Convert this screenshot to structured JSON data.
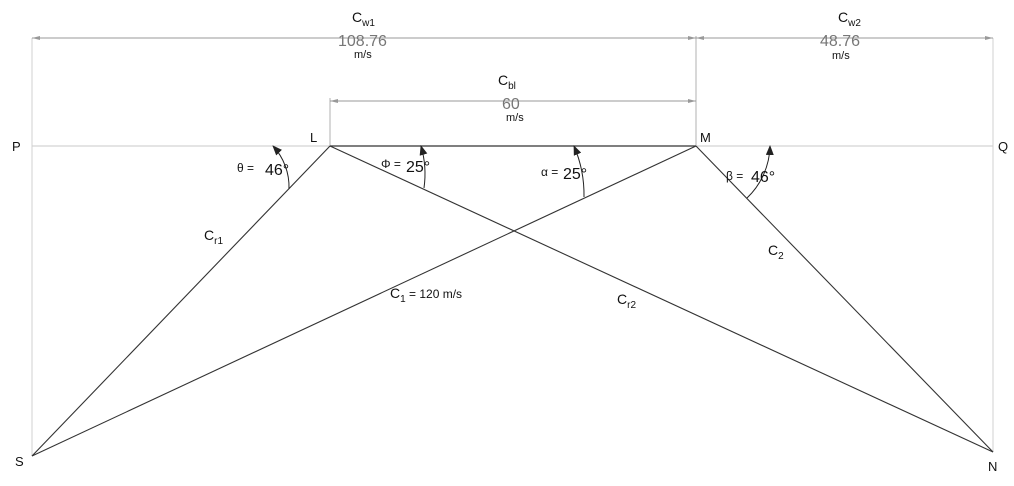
{
  "points": {
    "P": "P",
    "Q": "Q",
    "L": "L",
    "M": "M",
    "S": "S",
    "N": "N"
  },
  "dimensions": {
    "cw1": {
      "symbol": "C",
      "sub": "w1",
      "value": "108.76",
      "unit": "m/s"
    },
    "cw2": {
      "symbol": "C",
      "sub": "w2",
      "value": "48.76",
      "unit": "m/s"
    },
    "cbl": {
      "symbol": "C",
      "sub": "bl",
      "value": "60",
      "unit": "m/s"
    }
  },
  "angles": {
    "theta": {
      "label": "θ =",
      "value": "46°"
    },
    "phi": {
      "label": "Φ =",
      "value": "25°"
    },
    "alpha": {
      "label": "α =",
      "value": "25°"
    },
    "beta": {
      "label": "β =",
      "value": "46°"
    }
  },
  "vectors": {
    "cr1": {
      "symbol": "C",
      "sub": "r1"
    },
    "cr2": {
      "symbol": "C",
      "sub": "r2"
    },
    "c2": {
      "symbol": "C",
      "sub": "2"
    },
    "c1": {
      "symbol": "C",
      "sub": "1",
      "rest": " = 120 m/s"
    }
  }
}
